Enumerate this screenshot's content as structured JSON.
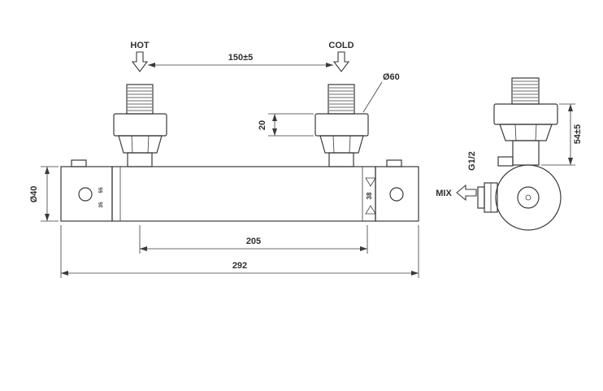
{
  "colors": {
    "line": "#3a3a3a",
    "text": "#2f2f2f",
    "background": "#ffffff"
  },
  "front_view": {
    "hot_label": "HOT",
    "cold_label": "COLD",
    "dim_inlet_spacing": "150±5",
    "dim_flange_diameter": "Ø60",
    "dim_flange_height": "20",
    "dim_body_diameter": "Ø40",
    "dim_port_spacing": "205",
    "dim_overall_length": "292",
    "temp_stop": "38",
    "scale_upper": "55",
    "scale_lower": "35"
  },
  "side_view": {
    "thread_label": "G1/2",
    "dim_height": "54±5",
    "mix_label": "MIX"
  }
}
